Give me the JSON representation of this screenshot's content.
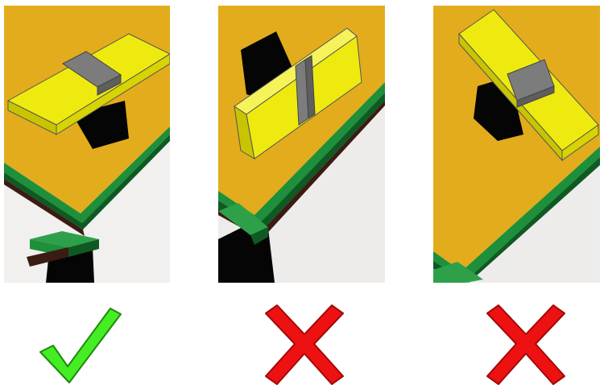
{
  "figure": {
    "colors": {
      "table_top": "#e2ac1c",
      "rail": "#1e8f3a",
      "rail_dark": "#0e5a22",
      "floor": "#eeeceb",
      "leg": "#050505",
      "block": "#eeea10",
      "block_side": "#c9c402",
      "clamp": "#7c7c7c",
      "check": "#44ee22",
      "cross": "#ee1111"
    },
    "panels": [
      {
        "id": "panel-1",
        "orientation": "block-horizontal",
        "verdict": "correct",
        "verdict_icon": "check-icon"
      },
      {
        "id": "panel-2",
        "orientation": "block-tilted",
        "verdict": "incorrect",
        "verdict_icon": "cross-icon"
      },
      {
        "id": "panel-3",
        "orientation": "block-rotated",
        "verdict": "incorrect",
        "verdict_icon": "cross-icon"
      }
    ]
  }
}
